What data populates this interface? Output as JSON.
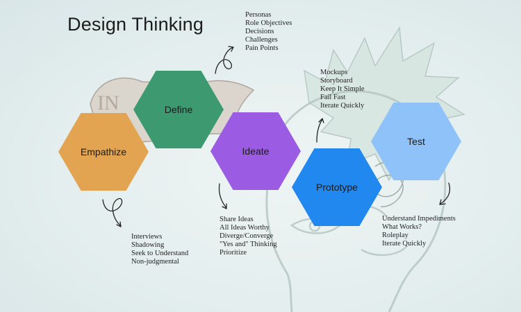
{
  "title": "Design Thinking",
  "colors": {
    "empathize": "#E2A450",
    "define": "#3D9970",
    "ideate": "#9B5BE3",
    "prototype": "#2188F0",
    "test": "#8EC2F8",
    "arrow": "#222222"
  },
  "stages": [
    {
      "label": "Empathize",
      "notes": [
        "Interviews",
        "Shadowing",
        "Seek to Understand",
        "Non-judgmental"
      ]
    },
    {
      "label": "Define",
      "notes": [
        "Personas",
        "Role Objectives",
        "Decisions",
        "Challenges",
        "Pain Points"
      ]
    },
    {
      "label": "Ideate",
      "notes": [
        "Share Ideas",
        "All Ideas Worthy",
        "Diverge/Converge",
        "\"Yes and\" Thinking",
        "Prioritize"
      ]
    },
    {
      "label": "Prototype",
      "notes": [
        "Mockups",
        "Storyboard",
        "Keep It Simple",
        "Fail Fast",
        "Iterate Quickly"
      ]
    },
    {
      "label": "Test",
      "notes": [
        "Understand Impediments",
        "What Works?",
        "Roleplay",
        "Iterate Quickly"
      ]
    }
  ],
  "decor": {
    "scroll_text": "IN"
  }
}
